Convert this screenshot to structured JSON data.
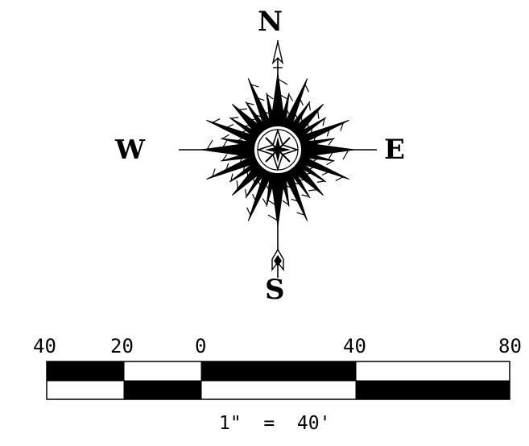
{
  "compass": {
    "north_label": "N",
    "south_label": "S",
    "east_label": "E",
    "west_label": "W",
    "icon": "compass-rose-icon"
  },
  "scale_bar": {
    "tick_labels": [
      "40",
      "20",
      "0",
      "40",
      "80"
    ],
    "ratio_text": "1\"  =  40'",
    "colors": {
      "dark": "#000000",
      "light": "#ffffff"
    }
  }
}
